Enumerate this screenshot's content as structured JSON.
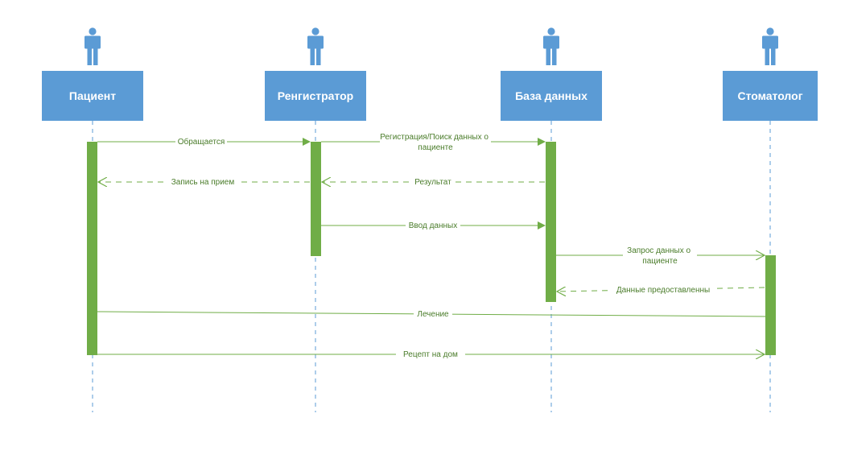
{
  "actors": [
    {
      "name": "Пациент"
    },
    {
      "name": "Ренгистратор"
    },
    {
      "name": "База данных"
    },
    {
      "name": "Стоматолог"
    }
  ],
  "messages": [
    {
      "label": "Обращается",
      "from": 0,
      "to": 1,
      "style": "solid",
      "arrow": "filled"
    },
    {
      "label": "Регистрация/Поиск данных о пациенте",
      "from": 1,
      "to": 2,
      "style": "solid",
      "arrow": "filled"
    },
    {
      "label": "Результат",
      "from": 2,
      "to": 1,
      "style": "dashed",
      "arrow": "open"
    },
    {
      "label": "Запись на прием",
      "from": 1,
      "to": 0,
      "style": "dashed",
      "arrow": "open"
    },
    {
      "label": "Ввод данных",
      "from": 1,
      "to": 2,
      "style": "solid",
      "arrow": "filled"
    },
    {
      "label": "Запрос данных о пациенте",
      "from": 2,
      "to": 3,
      "style": "solid",
      "arrow": "open"
    },
    {
      "label": "Данные предоставленны",
      "from": 3,
      "to": 2,
      "style": "dashed",
      "arrow": "open"
    },
    {
      "label": "Лечение",
      "from": 0,
      "to": 3,
      "style": "solid",
      "arrow": "none"
    },
    {
      "label": "Рецепт на дом",
      "from": 0,
      "to": 3,
      "style": "solid",
      "arrow": "open"
    }
  ],
  "colors": {
    "actor": "#5b9bd5",
    "activation": "#70ad47",
    "message": "#70ad47",
    "label": "#4a7c2a"
  }
}
